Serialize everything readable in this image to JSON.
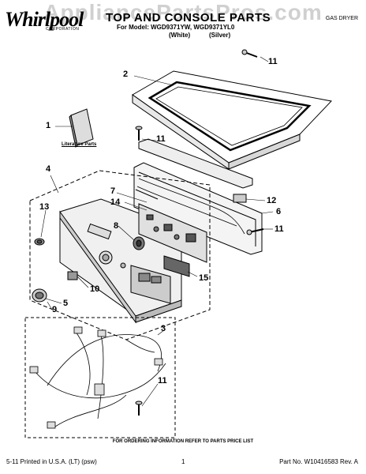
{
  "watermark": "AppliancePartsPros.com",
  "brand": {
    "name": "Whirlpool",
    "sub": "CORPORATION"
  },
  "header": {
    "title": "TOP AND CONSOLE PARTS",
    "model_line": "For Model: WGD9371YW, WGD9371YL0",
    "variant_left": "(White)",
    "variant_right": "(Silver)",
    "product_type": "GAS DRYER"
  },
  "literature_label": "Literature Parts",
  "callouts": [
    "11",
    "2",
    "1",
    "11",
    "4",
    "7",
    "14",
    "12",
    "6",
    "13",
    "8",
    "11",
    "15",
    "10",
    "5",
    "9",
    "3",
    "11"
  ],
  "footer": {
    "ordering_note": "FOR ORDERING INFORMATION REFER TO PARTS PRICE LIST",
    "printed": "5-11 Printed in U.S.A. (LT) (psw)",
    "page": "1",
    "part_no": "Part No. W10416583 Rev. A"
  }
}
